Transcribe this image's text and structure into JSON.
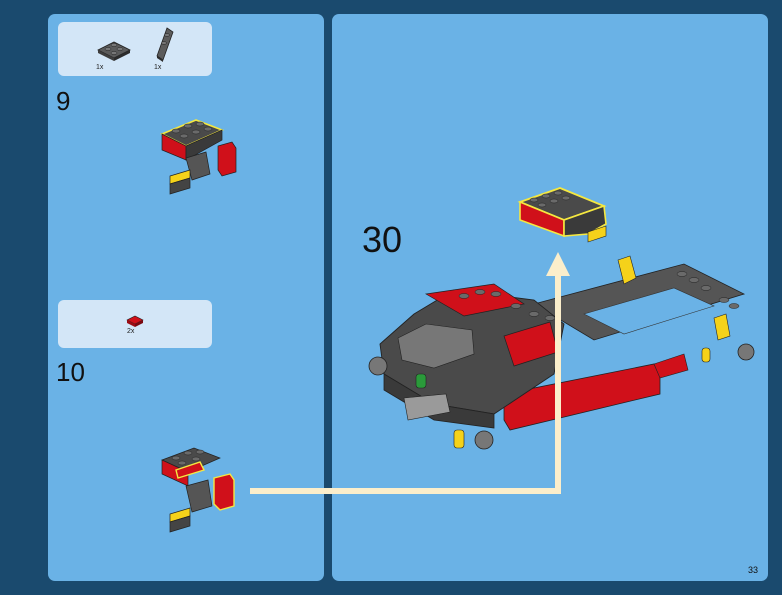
{
  "steps": {
    "step9": {
      "number": "9",
      "parts": [
        {
          "qty": "1x",
          "icon": "dark-gray-plate-2x2"
        },
        {
          "qty": "1x",
          "icon": "dark-gray-wedge-plate"
        }
      ]
    },
    "step10": {
      "number": "10",
      "parts": [
        {
          "qty": "2x",
          "icon": "red-plate-1x2"
        }
      ]
    },
    "step30": {
      "number": "30"
    }
  },
  "page": {
    "number": "33"
  },
  "colors": {
    "background": "#1a4a6e",
    "panel": "#6ab2e6",
    "parts_box": "#d3e6f7",
    "arrow": "#fbeecb",
    "red_brick": "#d0101a",
    "dark_gray_brick": "#5b5b5b",
    "yellow_brick": "#f5d21a",
    "green_brick": "#2a9a3a"
  }
}
